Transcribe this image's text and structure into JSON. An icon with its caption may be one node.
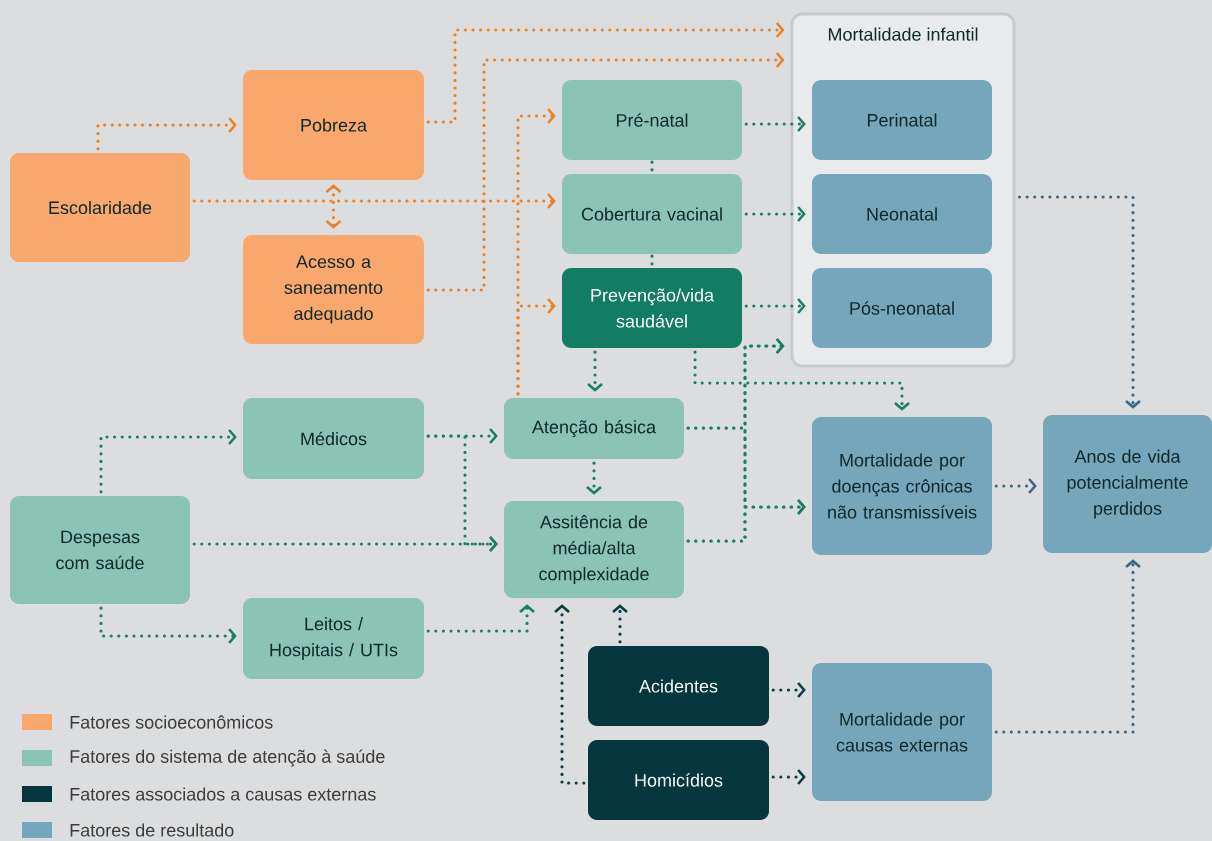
{
  "diagram": {
    "nodes": [
      {
        "text": [
          "Escolaridade"
        ]
      },
      {
        "text": [
          "Pobreza"
        ]
      },
      {
        "text": [
          "Acesso a saneamento adequado"
        ]
      },
      {
        "text": [
          "Pré-natal"
        ]
      },
      {
        "text": [
          "Cobertura vacinal"
        ]
      },
      {
        "text": [
          "Prevenção/vida saudável"
        ]
      },
      {
        "text": [
          "Mortalidade infantil"
        ]
      },
      {
        "text": [
          "Perinatal"
        ],
        "in": 6
      },
      {
        "text": [
          "Neonatal"
        ],
        "in": 6
      },
      {
        "text": [
          "Pós-neonatal"
        ],
        "in": 6
      },
      {
        "text": [
          "Médicos"
        ]
      },
      {
        "text": [
          "Despesas com saúde"
        ]
      },
      {
        "text": [
          "Leitos / Hospitais / UTIs"
        ]
      },
      {
        "text": [
          "Atenção básica"
        ]
      },
      {
        "text": [
          "Assitência de média/alta complexidade"
        ]
      },
      {
        "text": [
          "Mortalidade por doenças crônicas não transmissíveis"
        ]
      },
      {
        "text": [
          "Anos de vida potencialmente perdidos"
        ]
      },
      {
        "text": [
          "Acidentes"
        ]
      },
      {
        "text": [
          "Homicídios"
        ]
      },
      {
        "text": [
          "Mortalidade por causas externas"
        ]
      }
    ],
    "edges": [
      {
        "from": 0,
        "to": 1,
        "arrow": "to",
        "color": "#e8822a"
      },
      {
        "from": 0,
        "to": 4,
        "arrow": "to",
        "color": "#e8822a"
      },
      {
        "from": 1,
        "to": 2,
        "arrow": "both",
        "color": "#e8822a"
      },
      {
        "from": 1,
        "to": 6,
        "arrow": "to",
        "color": "#e8822a"
      },
      {
        "from": 2,
        "to": 6,
        "arrow": "to",
        "color": "#e8822a"
      },
      {
        "from": 13,
        "to": 3,
        "arrow": "to",
        "color": "#e8822a"
      },
      {
        "from": 13,
        "to": 5,
        "arrow": "to",
        "color": "#e8822a"
      },
      {
        "from": 3,
        "to": 7,
        "arrow": "to"
      },
      {
        "from": 4,
        "to": 8,
        "arrow": "to"
      },
      {
        "from": 5,
        "to": 9,
        "arrow": "to"
      },
      {
        "from": 3,
        "to": 4,
        "arrow": "none"
      },
      {
        "from": 4,
        "to": 5,
        "arrow": "none"
      },
      {
        "from": 5,
        "to": 13,
        "arrow": "to"
      },
      {
        "from": 5,
        "to": 15,
        "arrow": "to"
      },
      {
        "from": 13,
        "to": 6,
        "arrow": "to"
      },
      {
        "from": 13,
        "to": 15,
        "arrow": "to"
      },
      {
        "from": 14,
        "to": 6,
        "arrow": "to"
      },
      {
        "from": 14,
        "to": 15,
        "arrow": "to"
      },
      {
        "from": 13,
        "to": 14,
        "arrow": "to"
      },
      {
        "from": 10,
        "to": 13,
        "arrow": "to"
      },
      {
        "from": 10,
        "to": 14,
        "arrow": "to"
      },
      {
        "from": 11,
        "to": 10,
        "arrow": "to"
      },
      {
        "from": 11,
        "to": 14,
        "arrow": "to"
      },
      {
        "from": 11,
        "to": 12,
        "arrow": "to"
      },
      {
        "from": 12,
        "to": 14,
        "arrow": "to"
      },
      {
        "from": 17,
        "to": 14,
        "arrow": "to",
        "color": "#0a3c44"
      },
      {
        "from": 18,
        "to": 14,
        "arrow": "to",
        "color": "#0a3c44"
      },
      {
        "from": 17,
        "to": 19,
        "arrow": "to",
        "color": "#0a3c44"
      },
      {
        "from": 18,
        "to": 19,
        "arrow": "to",
        "color": "#0a3c44"
      },
      {
        "from": 6,
        "to": 16,
        "arrow": "to",
        "color": "#3a6883"
      },
      {
        "from": 15,
        "to": 16,
        "arrow": "to",
        "color": "#3a6883"
      },
      {
        "from": 19,
        "to": 16,
        "arrow": "to",
        "color": "#3a6883"
      }
    ],
    "legend": [
      {
        "text": "Fatores socioeconômicos",
        "color": "#f8a86c"
      },
      {
        "text": "Fatores do sistema de atenção à saúde",
        "color": "#8bc4b4"
      },
      {
        "text": "Fatores associados a causas externas",
        "color": "#05363d"
      },
      {
        "text": "Fatores de resultado",
        "color": "#75a6bb"
      }
    ]
  }
}
